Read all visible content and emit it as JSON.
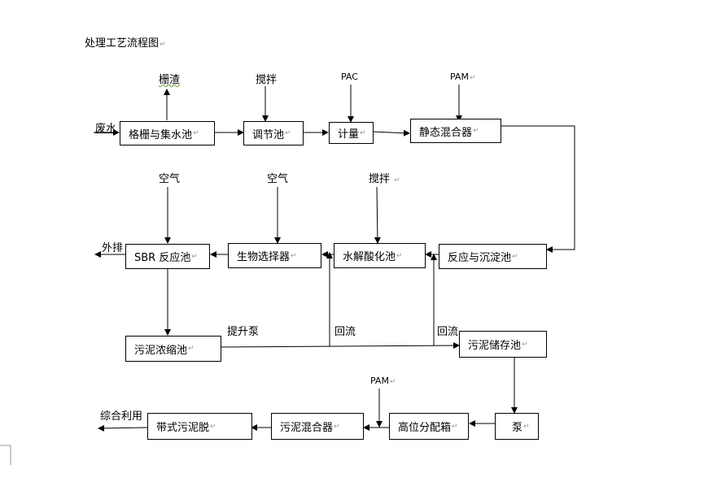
{
  "title": "处理工艺流程图",
  "paragraph_mark": "↵",
  "nodes": {
    "grid_tank": "格栅与集水池",
    "regulating_tank": "调节池",
    "metering": "计量",
    "static_mixer": "静态混合器",
    "reaction_settling": "反应与沉淀池",
    "hydrolysis_acidification": "水解酸化池",
    "bio_selector": "生物选择器",
    "sbr_reactor": "SBR 反应池",
    "sludge_thickener": "污泥浓缩池",
    "sludge_storage": "污泥储存池",
    "pump": "泵",
    "high_distribution_box": "高位分配箱",
    "sludge_mixer": "污泥混合器",
    "belt_dewatering": "带式污泥脱"
  },
  "labels": {
    "wastewater": "废水",
    "screenings": "栅渣",
    "stirring_1": "搅拌",
    "pac": "PAC",
    "pam_1": "PAM",
    "air_1": "空气",
    "air_2": "空气",
    "stirring_2": "搅拌",
    "discharge": "外排",
    "lift_pump": "提升泵",
    "reflux_1": "回流",
    "reflux_2": "回流",
    "pam_2": "PAM",
    "reuse": "综合利用"
  }
}
